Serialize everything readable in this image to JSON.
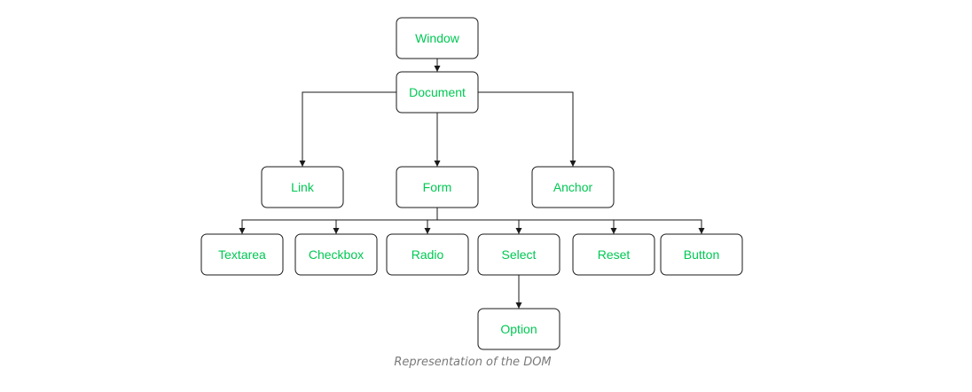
{
  "diagram": {
    "nodes": [
      {
        "id": "window",
        "label": "Window"
      },
      {
        "id": "document",
        "label": "Document"
      },
      {
        "id": "link",
        "label": "Link"
      },
      {
        "id": "form",
        "label": "Form"
      },
      {
        "id": "anchor",
        "label": "Anchor"
      },
      {
        "id": "textarea",
        "label": "Textarea"
      },
      {
        "id": "checkbox",
        "label": "Checkbox"
      },
      {
        "id": "radio",
        "label": "Radio"
      },
      {
        "id": "select",
        "label": "Select"
      },
      {
        "id": "reset",
        "label": "Reset"
      },
      {
        "id": "button",
        "label": "Button"
      },
      {
        "id": "option",
        "label": "Option"
      }
    ],
    "edges": [
      {
        "from": "window",
        "to": "document"
      },
      {
        "from": "document",
        "to": "link"
      },
      {
        "from": "document",
        "to": "form"
      },
      {
        "from": "document",
        "to": "anchor"
      },
      {
        "from": "form",
        "to": "textarea"
      },
      {
        "from": "form",
        "to": "checkbox"
      },
      {
        "from": "form",
        "to": "radio"
      },
      {
        "from": "form",
        "to": "select"
      },
      {
        "from": "form",
        "to": "reset"
      },
      {
        "from": "form",
        "to": "button"
      },
      {
        "from": "select",
        "to": "option"
      }
    ],
    "label_color": "#00c853",
    "border_color": "#1a1a1a"
  },
  "caption": "Representation of the DOM"
}
